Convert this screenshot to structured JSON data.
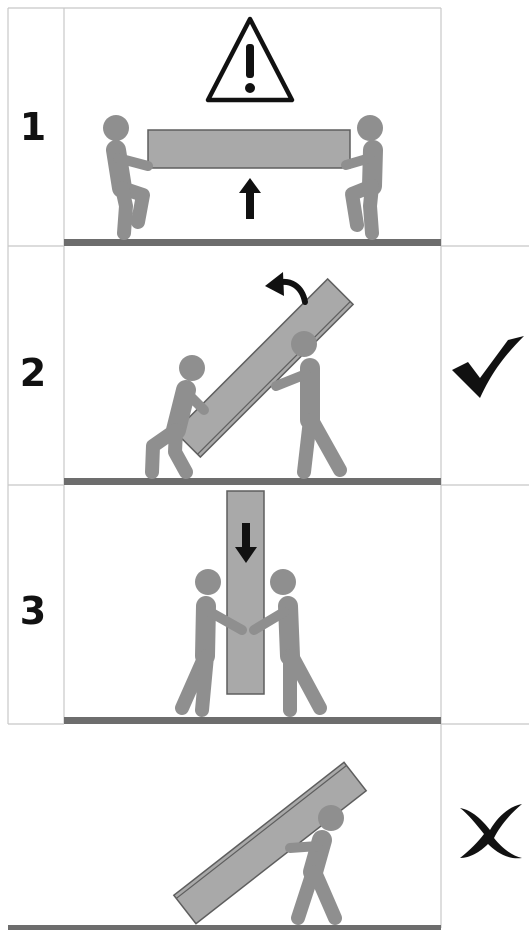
{
  "steps": [
    {
      "number": "1",
      "status_icon": "none",
      "warning": true,
      "direction": "up"
    },
    {
      "number": "2",
      "status_icon": "check-icon",
      "warning": false,
      "direction": "rotate"
    },
    {
      "number": "3",
      "status_icon": "none",
      "warning": false,
      "direction": "down"
    },
    {
      "number": "",
      "status_icon": "cross-icon",
      "warning": false,
      "direction": "none"
    }
  ],
  "colors": {
    "figure": "#8f8f8f",
    "board": "#a9a9a9",
    "board_edge": "#5e5e5e",
    "floor": "#6d6d6d",
    "grid": "#c8c8c8",
    "ink": "#111111"
  }
}
